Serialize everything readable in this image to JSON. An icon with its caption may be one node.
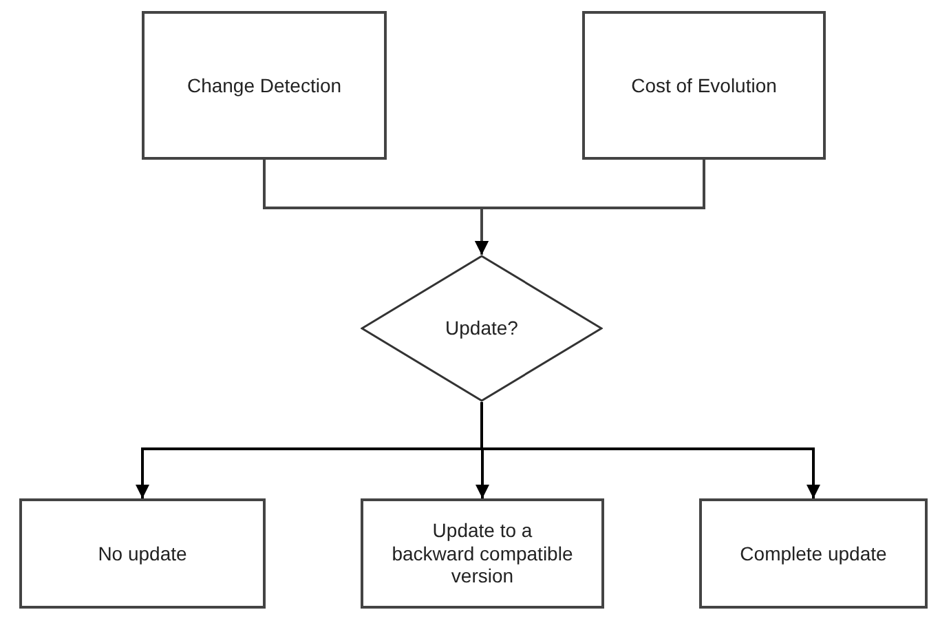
{
  "diagram": {
    "nodes": [
      {
        "text": [
          "Change Detection"
        ]
      },
      {
        "text": [
          "Cost of Evolution"
        ]
      },
      {
        "text": [
          "Update?"
        ]
      },
      {
        "text": [
          "No update"
        ]
      },
      {
        "text": [
          "Update to a backward compatible version"
        ]
      },
      {
        "text": [
          "Complete update"
        ]
      }
    ],
    "edges": [
      {
        "from": 0,
        "to": 2,
        "arrow": "to"
      },
      {
        "from": 1,
        "to": 2,
        "arrow": "to"
      },
      {
        "from": 2,
        "to": 3,
        "arrow": "to"
      },
      {
        "from": 2,
        "to": 4,
        "arrow": "to"
      },
      {
        "from": 2,
        "to": 5,
        "arrow": "to"
      }
    ]
  }
}
